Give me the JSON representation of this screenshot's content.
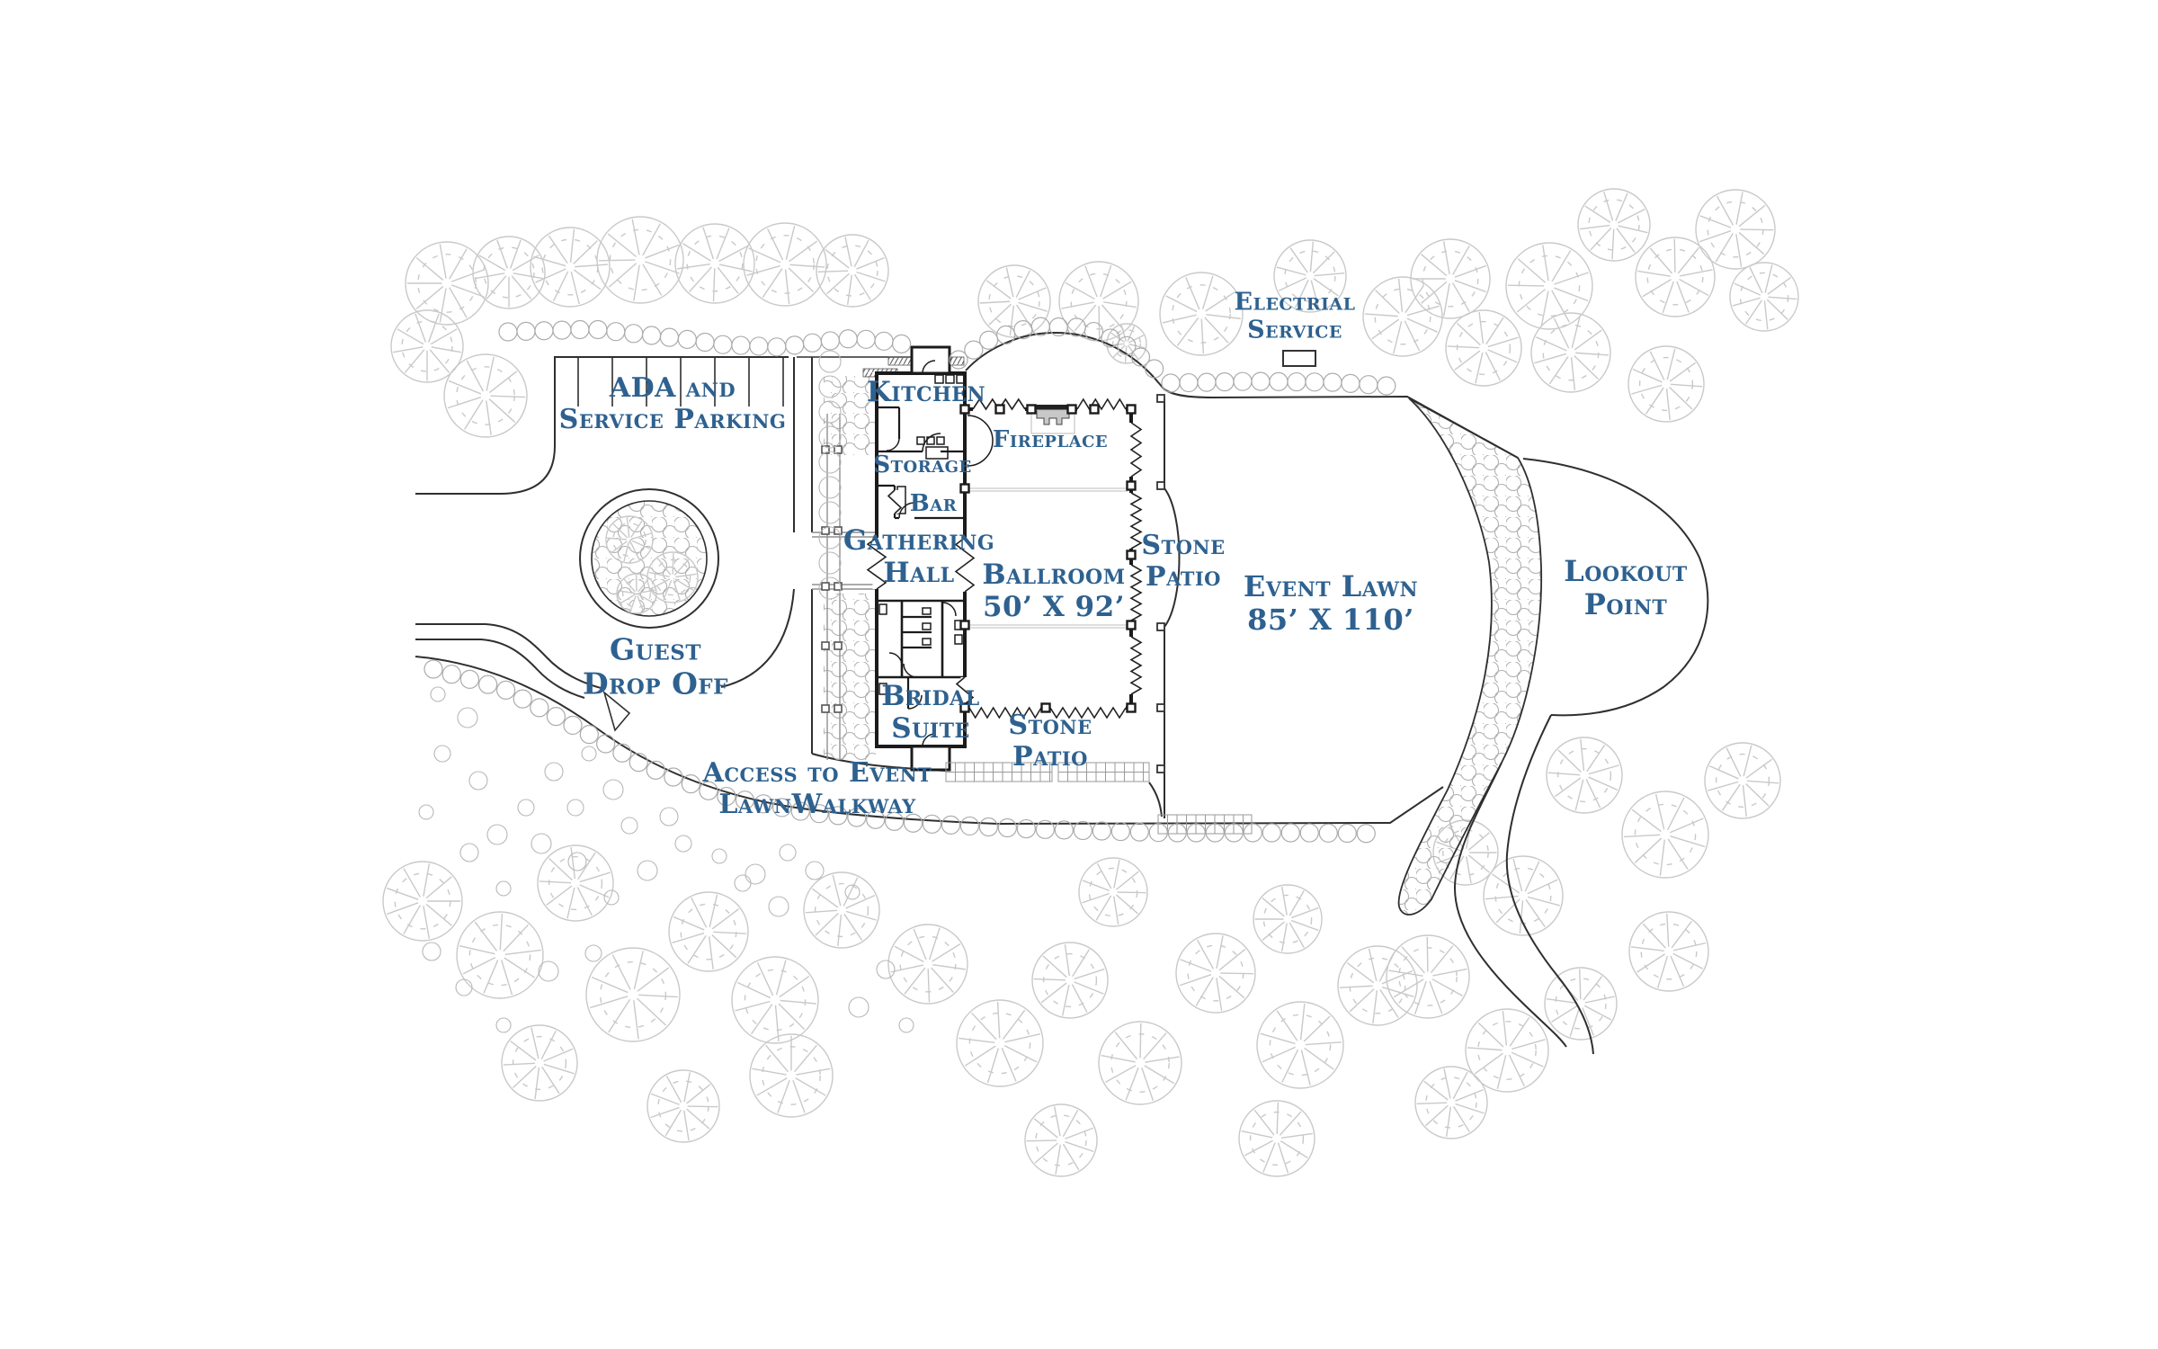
{
  "plan": {
    "labels": {
      "ada_parking": "ADA and\nService Parking",
      "electrical_service": "Electrial\nService",
      "kitchen": "Kitchen",
      "storage": "Storage",
      "bar": "Bar",
      "gathering_hall": "Gathering\nHall",
      "fireplace": "Fireplace",
      "ballroom": "Ballroom\n50’ X 92’",
      "stone_patio_east": "Stone\nPatio",
      "stone_patio_south": "Stone\nPatio",
      "bridal_suite": "Bridal\nSuite",
      "event_lawn": "Event Lawn\n85’ X 110’",
      "lookout_point": "Lookout\nPoint",
      "guest_drop_off": "Guest\nDrop Off",
      "access_walkway": "Access to Event\nLawnWalkway"
    },
    "colors": {
      "label_text": "#2e618f",
      "linework": "#2f2f2f",
      "walls": "#1b1b1b",
      "vegetation": "#c9c9c9"
    }
  }
}
